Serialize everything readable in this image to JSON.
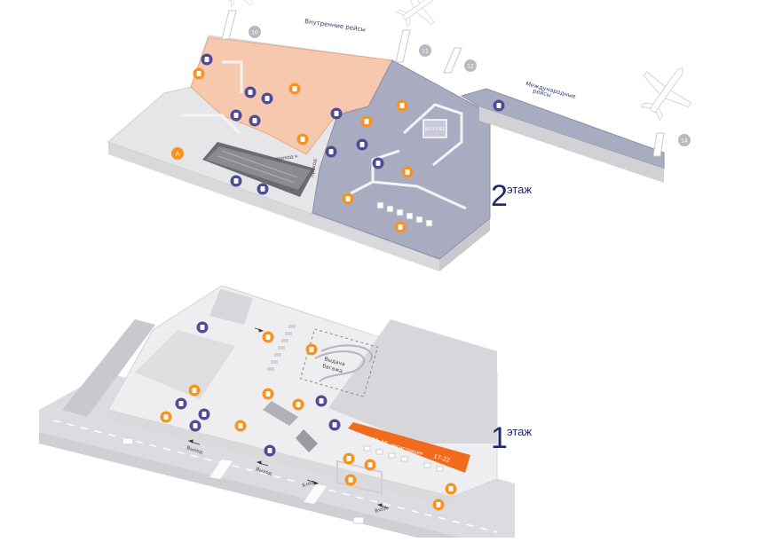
{
  "floors": {
    "upper": {
      "number": "2",
      "word": "этаж"
    },
    "lower": {
      "number": "1",
      "word": "этаж"
    }
  },
  "zones": {
    "domestic": "Внутренние рейсы",
    "international_line1": "Международные",
    "international_line2": "рейсы"
  },
  "gates": [
    "10",
    "11",
    "12",
    "14"
  ],
  "passages": {
    "upper_a": "проход к",
    "upper_b": "проход"
  },
  "lower_labels": {
    "baggage_line1": "Выдача",
    "baggage_line2": "багажа",
    "checkin_range1": "11-16",
    "checkin_word": "регистрация",
    "checkin_range2": "17-22",
    "exit": "Выход",
    "entrance": "Вход"
  },
  "icon_marker": "A",
  "colors": {
    "domestic_zone": "#f6c9af",
    "international_zone": "#a9abc0",
    "public_zone": "#e3e3e5",
    "orange_marker": "#f7931e",
    "purple_marker": "#4f4b96",
    "checkin_band": "#f26b1d",
    "floor_label": "#1f2a6b"
  }
}
